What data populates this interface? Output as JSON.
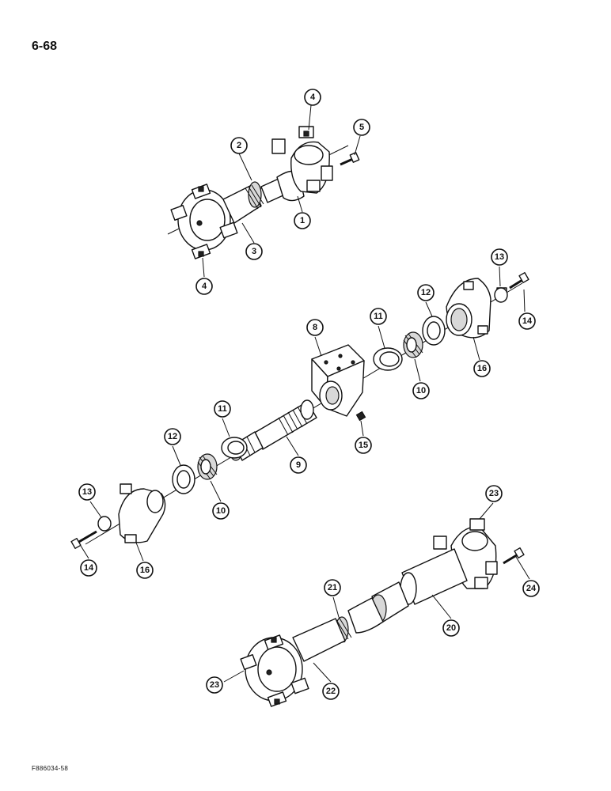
{
  "page_number": "6-68",
  "figure_code": "F886034-58",
  "callouts": {
    "c4a": "4",
    "c5": "5",
    "c2": "2",
    "c1": "1",
    "c3": "3",
    "c4b": "4",
    "c13a": "13",
    "c12a": "12",
    "c14a": "14",
    "c11a": "11",
    "c8": "8",
    "c16a": "16",
    "c10a": "10",
    "c11b": "11",
    "c15": "15",
    "c12b": "12",
    "c9": "9",
    "c10b": "10",
    "c13b": "13",
    "c14b": "14",
    "c16b": "16",
    "c23a": "23",
    "c21": "21",
    "c24": "24",
    "c20": "20",
    "c23b": "23",
    "c22": "22"
  }
}
